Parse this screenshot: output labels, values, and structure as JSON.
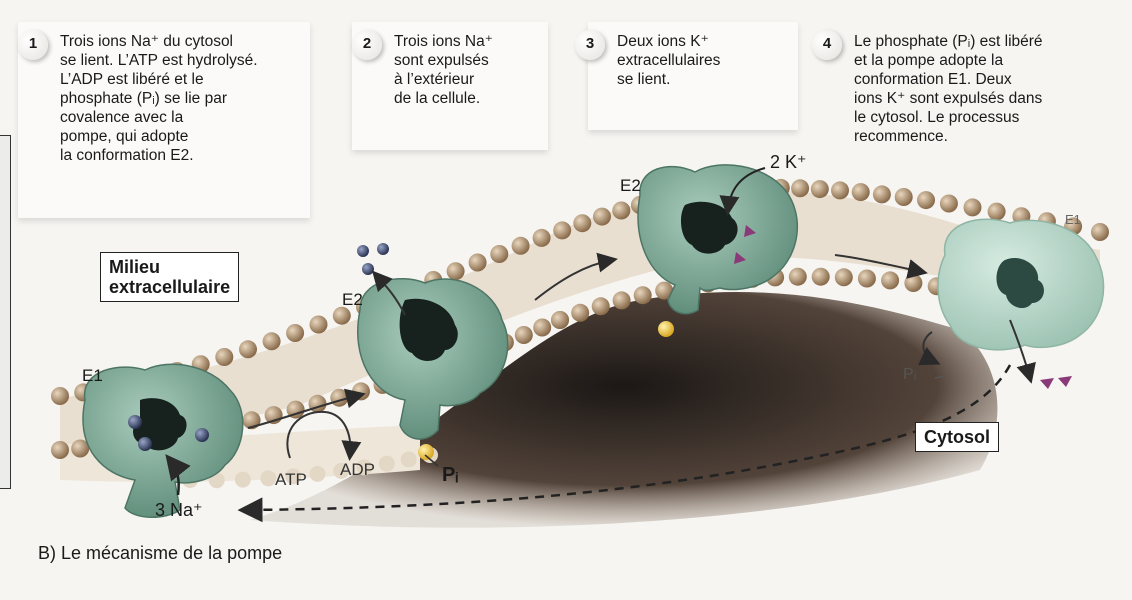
{
  "steps": [
    {
      "num": "1",
      "lines": [
        "Trois ions Na⁺ du cytosol",
        "se lient. L’ATP est hydrolysé.",
        "L’ADP est libéré et le",
        "phosphate (Pᵢ) se lie par",
        "covalence avec la",
        "pompe, qui adopte",
        "la conformation E2."
      ]
    },
    {
      "num": "2",
      "lines": [
        "Trois ions Na⁺",
        "sont expulsés",
        "à l’extérieur",
        "de la cellule."
      ]
    },
    {
      "num": "3",
      "lines": [
        "Deux ions K⁺",
        "extracellulaires",
        "se lient."
      ]
    },
    {
      "num": "4",
      "lines": [
        "Le phosphate (Pᵢ) est libéré",
        "et la pompe adopte la",
        "conformation E1. Deux",
        "ions K⁺ sont expulsés dans",
        "le cytosol. Le processus",
        "recommence."
      ]
    }
  ],
  "labels": {
    "extracellular_line1": "Milieu",
    "extracellular_line2": "extracellulaire",
    "cytosol": "Cytosol",
    "e1_left": "E1",
    "e2_step2": "E2",
    "e2_step3": "E2",
    "e1_right": "E1",
    "three_na": "3 Na⁺",
    "two_k": "2 K⁺",
    "atp": "ATP",
    "adp": "ADP",
    "pi_bold": "Pᵢ",
    "pi_released": "Pᵢ"
  },
  "caption": "B) Le mécanisme de la pompe",
  "colors": {
    "pump": "#7aa593",
    "pump_dark": "#1f3a33",
    "membrane_head": "#a58a6a",
    "sodium": "#3c4a6e",
    "potassium": "#8a3a78",
    "phosphate": "#e9c23a"
  }
}
